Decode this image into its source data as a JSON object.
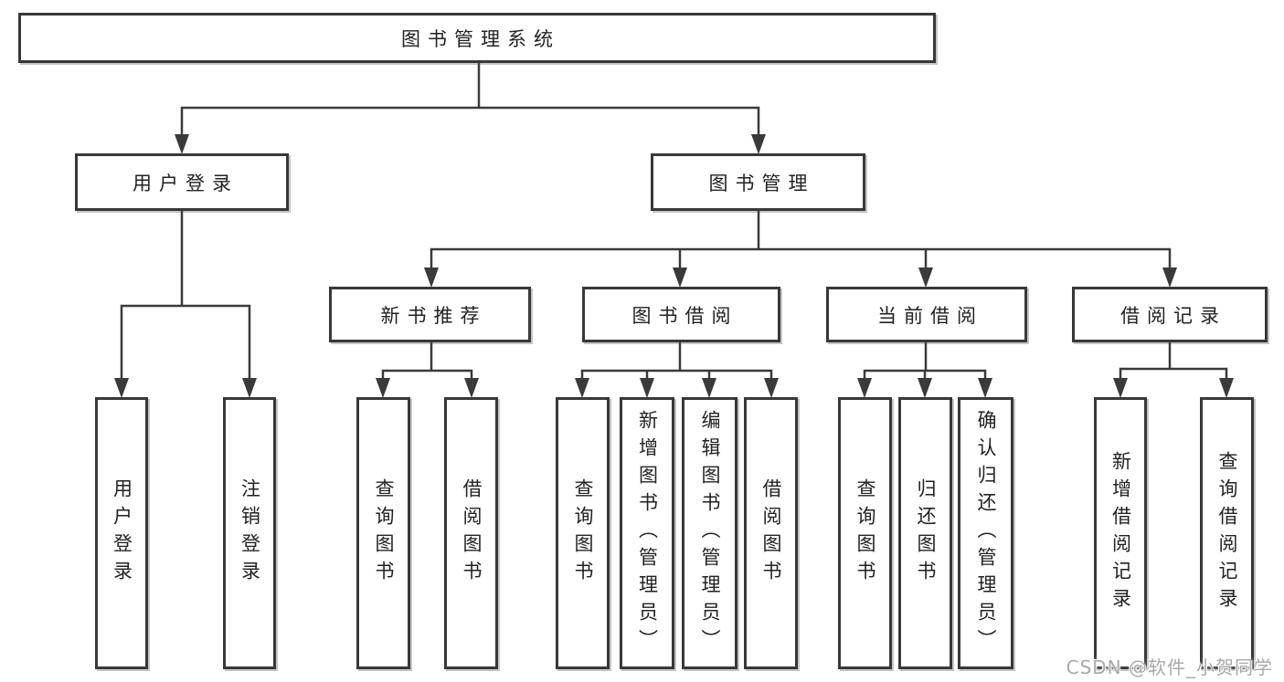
{
  "diagram": {
    "root": {
      "label": "图书管理系统",
      "children": [
        {
          "label": "用户登录",
          "children": [
            {
              "label": "用户登录"
            },
            {
              "label": "注销登录"
            }
          ]
        },
        {
          "label": "图书管理",
          "children": [
            {
              "label": "新书推荐",
              "children": [
                {
                  "label": "查询图书"
                },
                {
                  "label": "借阅图书"
                }
              ]
            },
            {
              "label": "图书借阅",
              "children": [
                {
                  "label": "查询图书"
                },
                {
                  "label": "新增图书（管理员）"
                },
                {
                  "label": "编辑图书（管理员）"
                },
                {
                  "label": "借阅图书"
                }
              ]
            },
            {
              "label": "当前借阅",
              "children": [
                {
                  "label": "查询图书"
                },
                {
                  "label": "归还图书"
                },
                {
                  "label": "确认归还（管理员）"
                }
              ]
            },
            {
              "label": "借阅记录",
              "children": [
                {
                  "label": "新增借阅记录"
                },
                {
                  "label": "查询借阅记录"
                }
              ]
            }
          ]
        }
      ]
    },
    "colors": {
      "line": "#3a3a3a",
      "box_border": "#383838",
      "text": "#222222",
      "watermark": "#a9a9a9",
      "background": "#ffffff"
    }
  },
  "watermark": {
    "text": "CSDN @软件_小贺同学"
  }
}
